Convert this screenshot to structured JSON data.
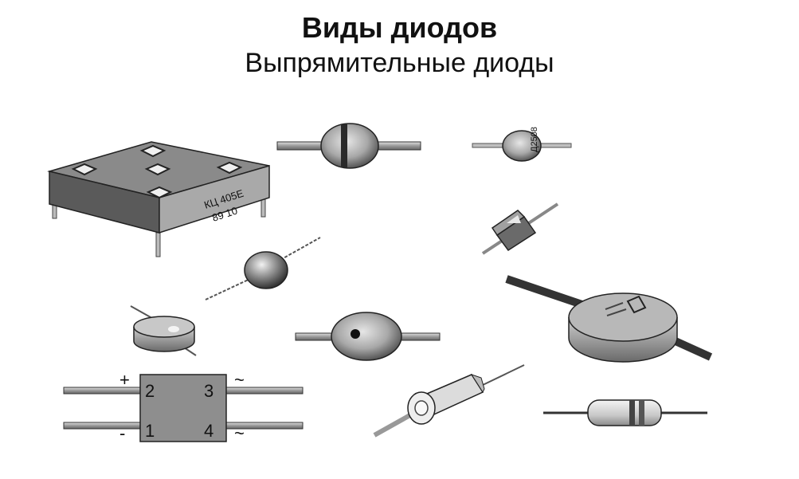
{
  "header": {
    "title": "Виды диодов",
    "subtitle": "Выпрямительные диоды"
  },
  "bridge_marking": {
    "line1": "КЦ 405Е",
    "line2": "89 10"
  },
  "small_diode_marking": "Д2508",
  "assembly": {
    "plus": "+",
    "minus": "-",
    "tilde_top": "~",
    "tilde_bottom": "~",
    "pin1": "1",
    "pin2": "2",
    "pin3": "3",
    "pin4": "4"
  },
  "colors": {
    "ink": "#111111",
    "body_gray": "#9a9a9a",
    "lead_gray": "#b5b5b5"
  }
}
